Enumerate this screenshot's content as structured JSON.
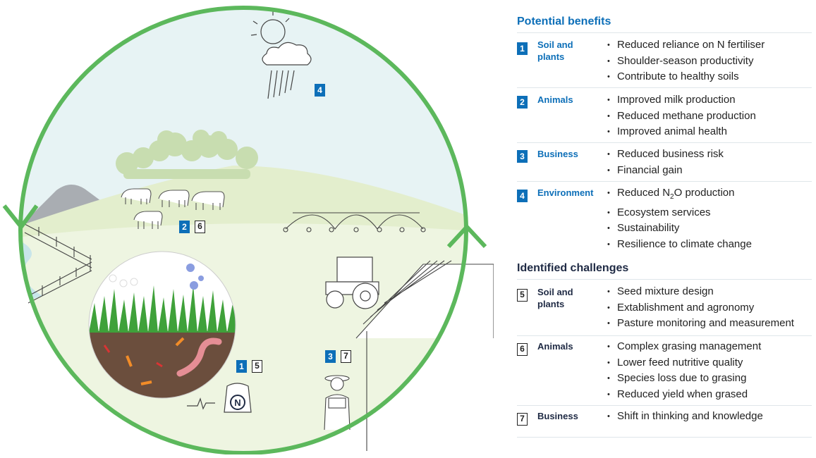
{
  "scene": {
    "badges": [
      {
        "id": "b4",
        "text": "4",
        "style": "filled"
      },
      {
        "id": "b2",
        "text": "2",
        "style": "filled"
      },
      {
        "id": "b6",
        "text": "6",
        "style": "outline"
      },
      {
        "id": "b1",
        "text": "1",
        "style": "filled"
      },
      {
        "id": "b5",
        "text": "5",
        "style": "outline"
      },
      {
        "id": "b3",
        "text": "3",
        "style": "filled"
      },
      {
        "id": "b7",
        "text": "7",
        "style": "outline"
      }
    ],
    "fertiliser_letter": "N",
    "colors": {
      "ring": "#5cb85c",
      "sky": "#e6f3f4",
      "hill": "#e5efce",
      "field": "#eef5e0",
      "badge": "#0d6fb8"
    }
  },
  "benefits": {
    "title": "Potential benefits",
    "rows": [
      {
        "num": "1",
        "label": "Soil and plants",
        "items": [
          "Reduced reliance on N fertiliser",
          "Shoulder-season productivity",
          "Contribute to healthy soils"
        ]
      },
      {
        "num": "2",
        "label": "Animals",
        "items": [
          "Improved milk production",
          "Reduced methane production",
          "Improved animal health"
        ]
      },
      {
        "num": "3",
        "label": "Business",
        "items": [
          "Reduced business risk",
          "Financial gain"
        ]
      },
      {
        "num": "4",
        "label": "Environment",
        "items": [
          "Reduced N₂O production",
          "Ecosystem services",
          "Sustainability",
          "Resilience to climate change"
        ]
      }
    ]
  },
  "challenges": {
    "title": "Identified challenges",
    "rows": [
      {
        "num": "5",
        "label": "Soil and plants",
        "items": [
          "Seed mixture design",
          "Extablishment and agronomy",
          "Pasture monitoring and measurement"
        ]
      },
      {
        "num": "6",
        "label": "Animals",
        "items": [
          "Complex grasing management",
          "Lower feed nutritive quality",
          "Species loss due to grasing",
          "Reduced yield when grased"
        ]
      },
      {
        "num": "7",
        "label": "Business",
        "items": [
          "Shift in thinking and knowledge"
        ]
      }
    ]
  }
}
